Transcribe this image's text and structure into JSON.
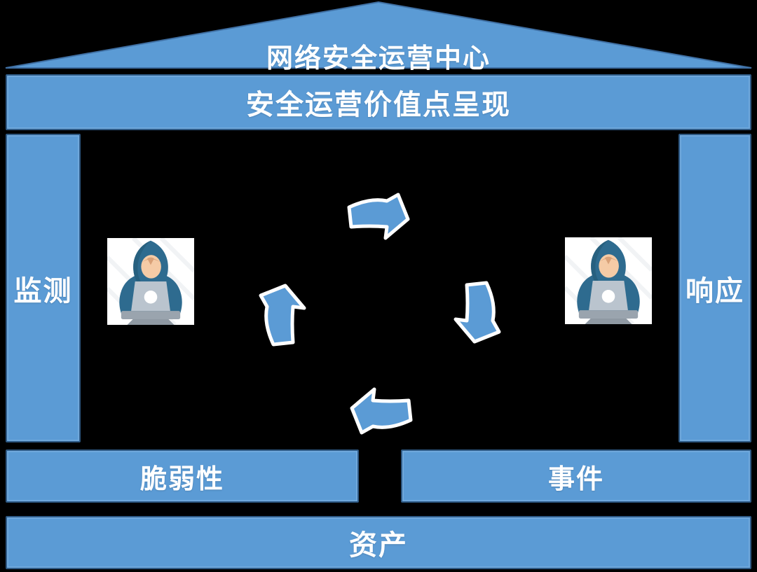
{
  "diagram": {
    "roof": {
      "label": "网络安全运营中心"
    },
    "banner": {
      "label": "安全运营价值点呈现"
    },
    "pillars": {
      "left": {
        "label": "监测"
      },
      "right": {
        "label": "响应"
      }
    },
    "footer": {
      "vulnerability": {
        "label": "脆弱性"
      },
      "incident": {
        "label": "事件"
      },
      "asset": {
        "label": "资产"
      }
    },
    "icons": {
      "left": "hacker-at-laptop-icon",
      "right": "hacker-at-laptop-icon"
    },
    "cycle": {
      "direction": "clockwise",
      "arrow_count": 4
    },
    "colors": {
      "background": "#000000",
      "fill": "#5B9BD5",
      "border": "#2E5984",
      "inner_highlight": "#6FA8DC",
      "text": "#FFFFFF",
      "arrow_fill": "#5B9BD5",
      "arrow_outline": "#FFFFFF",
      "hoodie": "#2E6B8F",
      "skin": "#F5CBA6",
      "laptop_screen": "#BAC4CE",
      "laptop_base": "#9AA4AE"
    }
  }
}
